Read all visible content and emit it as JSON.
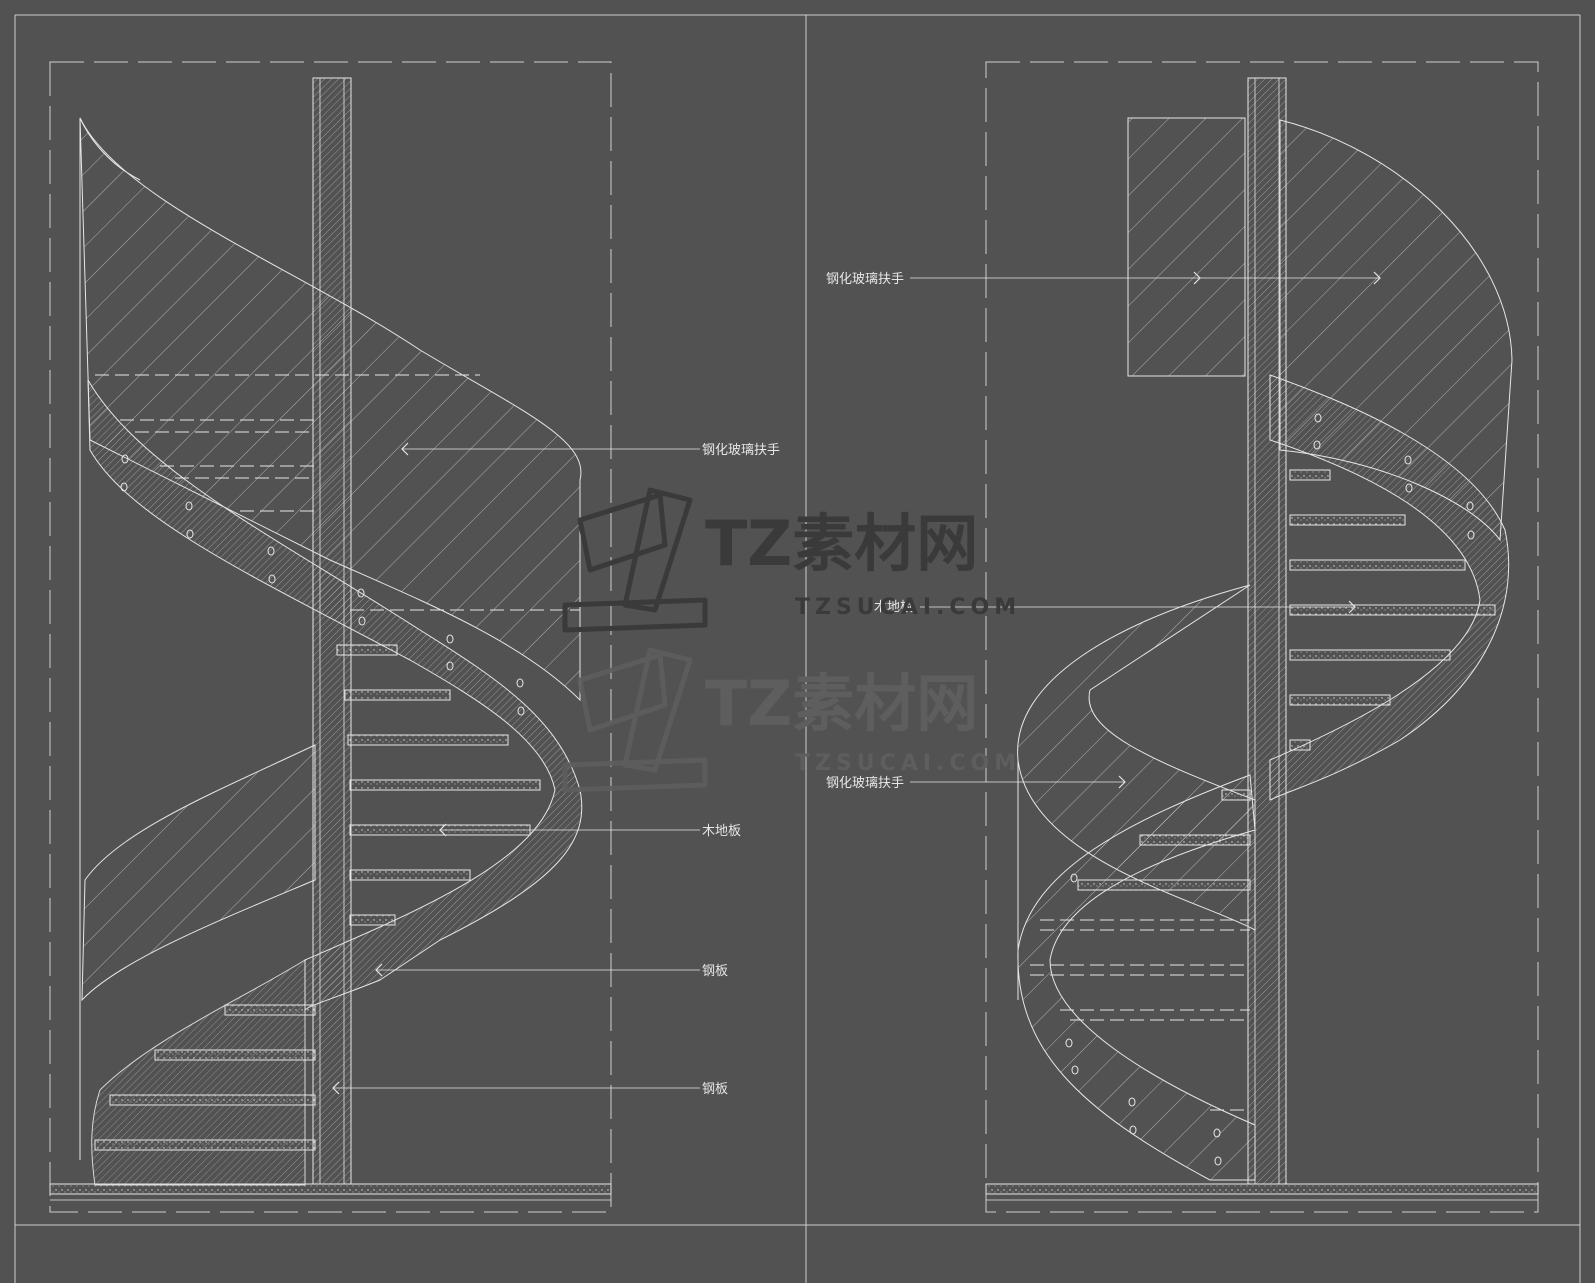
{
  "drawing": {
    "background_color": "#525252",
    "line_color": "#e6e6e6",
    "left_elevation": {
      "labels": {
        "glass_handrail": "钢化玻璃扶手",
        "wood_floor": "木地板",
        "steel_plate_1": "钢板",
        "steel_plate_2": "钢板"
      }
    },
    "right_elevation": {
      "labels": {
        "glass_handrail_top": "钢化玻璃扶手",
        "wood_floor": "木地板",
        "glass_handrail_bottom": "钢化玻璃扶手"
      }
    }
  },
  "watermark": {
    "logo_icon": "tz-logo-icon",
    "text_cn": "TZ素材网",
    "text_en": "TZSUCAI.COM"
  }
}
